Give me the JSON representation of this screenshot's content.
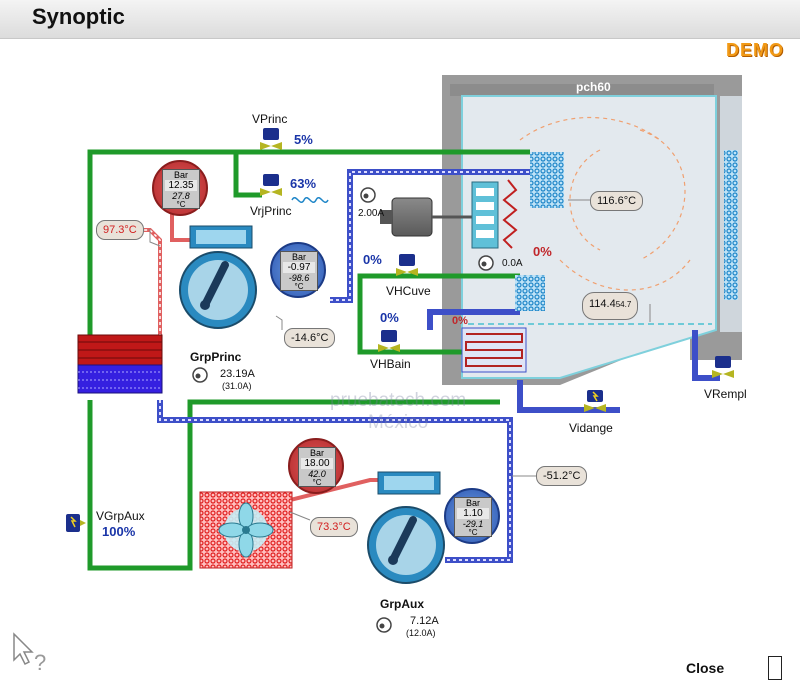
{
  "window": {
    "title": "Synoptic",
    "badge": "DEMO"
  },
  "room": {
    "label": "pch60"
  },
  "valves": {
    "vprinc": {
      "label": "VPrinc",
      "pct": "5%"
    },
    "vrjprinc": {
      "label": "VrjPrinc",
      "pct": "63%"
    },
    "vhcuve": {
      "label": "VHCuve",
      "pct": "0%"
    },
    "vhbain": {
      "label": "VHBain",
      "pct": "0%"
    },
    "vgrpaux": {
      "label": "VGrpAux",
      "pct": "100%"
    },
    "vidange": {
      "label": "Vidange"
    },
    "vrempl": {
      "label": "VRempl"
    }
  },
  "heater": {
    "pct": "0%",
    "pct2": "0%",
    "current": "0.0A"
  },
  "fan_motor": {
    "current": "2.00A"
  },
  "grp_princ": {
    "label": "GrpPrinc",
    "current": "23.19A",
    "nominal": "(31.0A)",
    "hp_gauge": {
      "unit": "Bar",
      "pressure": "12.35",
      "temp": "27.8",
      "temp_unit": "°C"
    },
    "lp_gauge": {
      "unit": "Bar",
      "pressure": "-0.97",
      "temp": "-98.6",
      "temp_unit": "°C"
    }
  },
  "grp_aux": {
    "label": "GrpAux",
    "current": "7.12A",
    "nominal": "(12.0A)",
    "hp_gauge": {
      "unit": "Bar",
      "pressure": "18.00",
      "temp": "42.0",
      "temp_unit": "°C"
    },
    "lp_gauge": {
      "unit": "Bar",
      "pressure": "1.10",
      "temp": "-29.1",
      "temp_unit": "°C"
    }
  },
  "temps": {
    "discharge_princ": "97.3°C",
    "suction_princ": "-14.6°C",
    "evap_out": "116.6°C",
    "chamber": "114.4",
    "chamber_sub": "54.7",
    "suction_aux": "-51.2°C",
    "discharge_aux": "73.3°C"
  },
  "watermark": {
    "line1": "pruebatech.com",
    "line2": "México"
  },
  "footer": {
    "close_label": "Close"
  },
  "colors": {
    "green_pipe": "#1f9a2a",
    "blue_pipe": "#3d4fc8",
    "red_pipe": "#e06060",
    "chamber_bg": "#dde5ea"
  }
}
